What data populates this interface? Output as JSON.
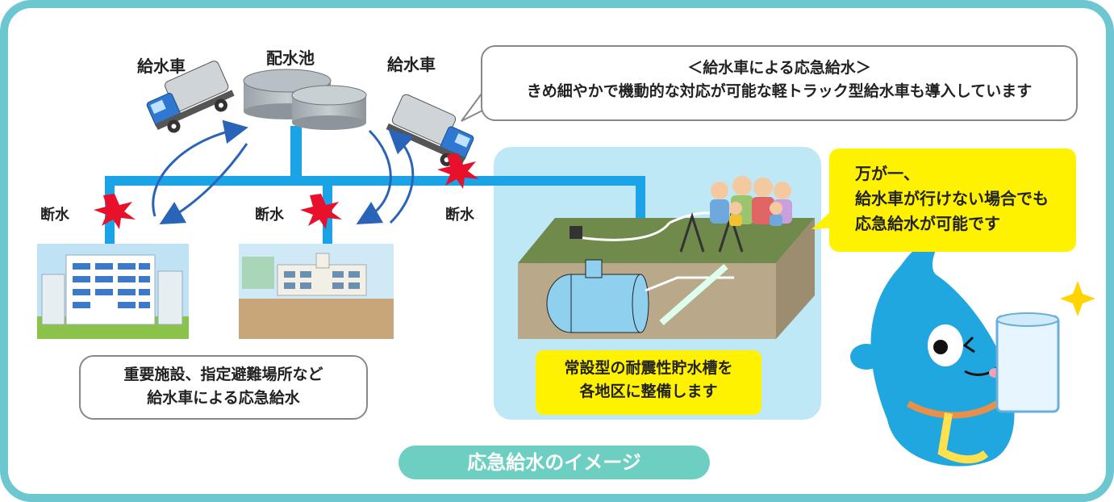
{
  "title": "応急給水のイメージ",
  "labels": {
    "truck_left": "給水車",
    "reservoir": "配水池",
    "truck_right": "給水車",
    "cutoff_1": "断水",
    "cutoff_2": "断水",
    "cutoff_3": "断水"
  },
  "callout": {
    "line1": "＜給水車による応急給水＞",
    "line2": "きめ細やかで機動的な対応が可能な軽トラック型給水車も導入しています"
  },
  "emergency_note": {
    "line1": "万が一、",
    "line2": "給水車が行けない場合でも",
    "line3": "応急給水が可能です"
  },
  "tank_note": {
    "line1": "常設型の耐震性貯水槽を",
    "line2": "各地区に整備します"
  },
  "facility_note": {
    "line1": "重要施設、指定避難場所など",
    "line2": "給水車による応急給水"
  },
  "colors": {
    "frame": "#6cc7d0",
    "pipe": "#1aa3e6",
    "arrow": "#2a64b8",
    "burst": "#e8102a",
    "highlight": "#fff200",
    "footer": "#6ccfc1",
    "tank_panel": "#bfe8f7"
  }
}
